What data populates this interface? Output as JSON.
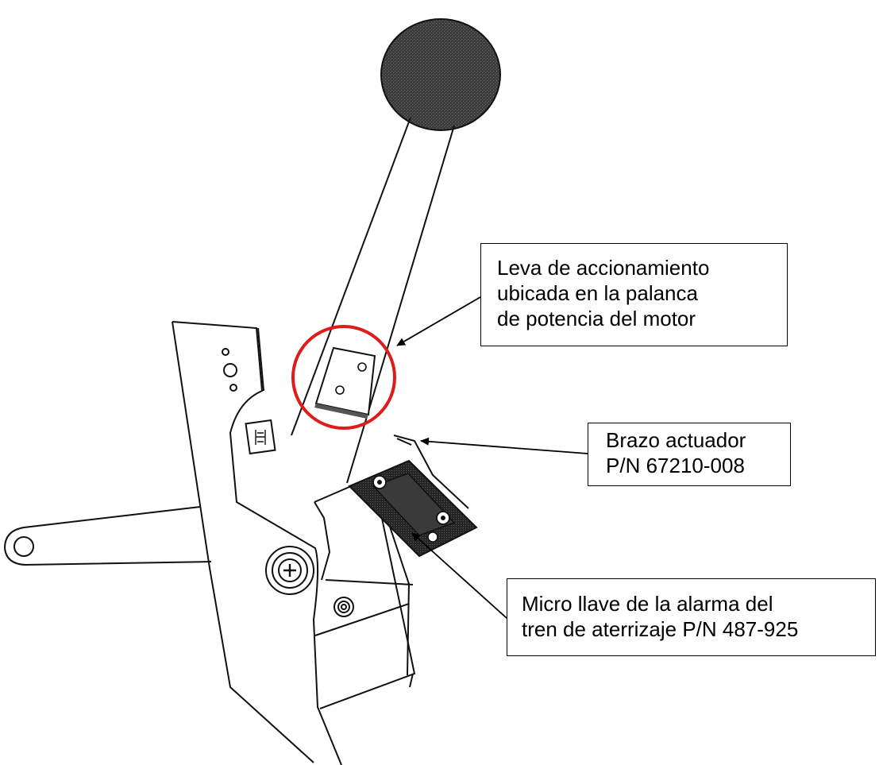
{
  "figure": {
    "type": "technical-line-drawing",
    "subject": "engine power lever assembly with landing gear warning switch",
    "highlight_color": "#e01b1b",
    "line_color": "#000000"
  },
  "callouts": {
    "cam": {
      "lines": [
        "Leva de accionamiento",
        "ubicada en la palanca",
        "de potencia del motor"
      ]
    },
    "actuator_arm": {
      "lines": [
        "Brazo actuador",
        "P/N 67210-008"
      ]
    },
    "micro_switch": {
      "lines": [
        "Micro llave de la alarma del",
        "tren de aterrizaje P/N 487-925"
      ]
    }
  }
}
